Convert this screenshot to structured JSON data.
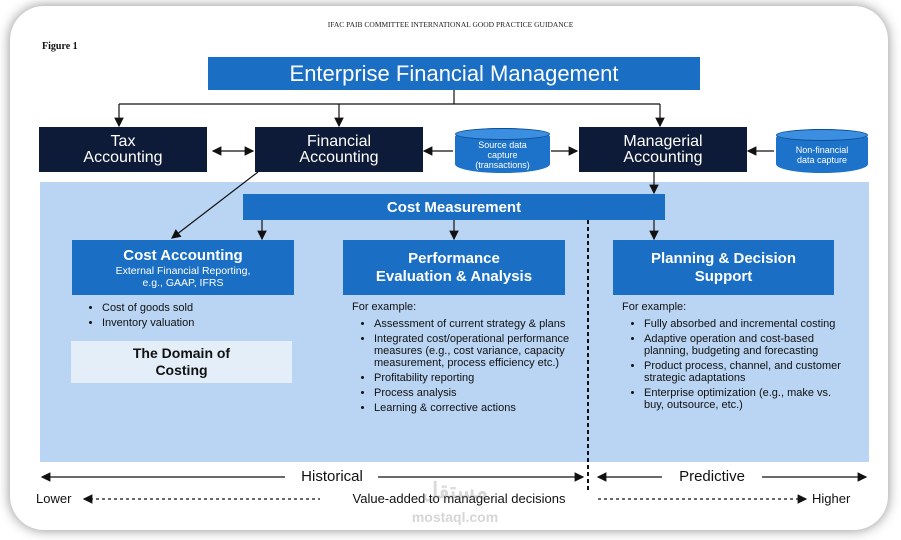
{
  "header": "IFAC PAIB COMMITTEE INTERNATIONAL GOOD PRACTICE GUIDANCE",
  "figure_label": "Figure 1",
  "title": "Enterprise Financial Management",
  "top_boxes": {
    "tax": [
      "Tax",
      "Accounting"
    ],
    "financial": [
      "Financial",
      "Accounting"
    ],
    "managerial": [
      "Managerial",
      "Accounting"
    ]
  },
  "cylinders": {
    "source": [
      "Source data",
      "capture",
      "(transactions)"
    ],
    "nonfinancial": [
      "Non-financial",
      "data capture"
    ]
  },
  "cost_measurement": "Cost Measurement",
  "cost_accounting": {
    "title": "Cost Accounting",
    "subtitle1": "External Financial Reporting,",
    "subtitle2": "e.g., GAAP, IFRS",
    "items": [
      "Cost of goods sold",
      "Inventory valuation"
    ],
    "domain": [
      "The Domain of",
      "Costing"
    ]
  },
  "performance": {
    "title": [
      "Performance",
      "Evaluation & Analysis"
    ],
    "lead": "For example:",
    "items": [
      "Assessment of current strategy & plans",
      "Integrated cost/operational performance measures (e.g., cost variance, capacity measurement, process efficiency etc.)",
      "Profitability reporting",
      "Process analysis",
      "Learning & corrective actions"
    ]
  },
  "planning": {
    "title": [
      "Planning & Decision",
      "Support"
    ],
    "lead": "For example:",
    "items": [
      "Fully absorbed and incremental costing",
      "Adaptive operation and cost-based planning, budgeting and forecasting",
      "Product process, channel, and customer strategic adaptations",
      "Enterprise optimization (e.g., make vs. buy, outsource, etc.)"
    ]
  },
  "timeline": {
    "historical": "Historical",
    "predictive": "Predictive"
  },
  "value_scale": {
    "lower": "Lower",
    "label": "Value-added to managerial decisions",
    "higher": "Higher"
  },
  "watermark": {
    "arabic": "مستقل",
    "latin": "mostaql.com"
  }
}
